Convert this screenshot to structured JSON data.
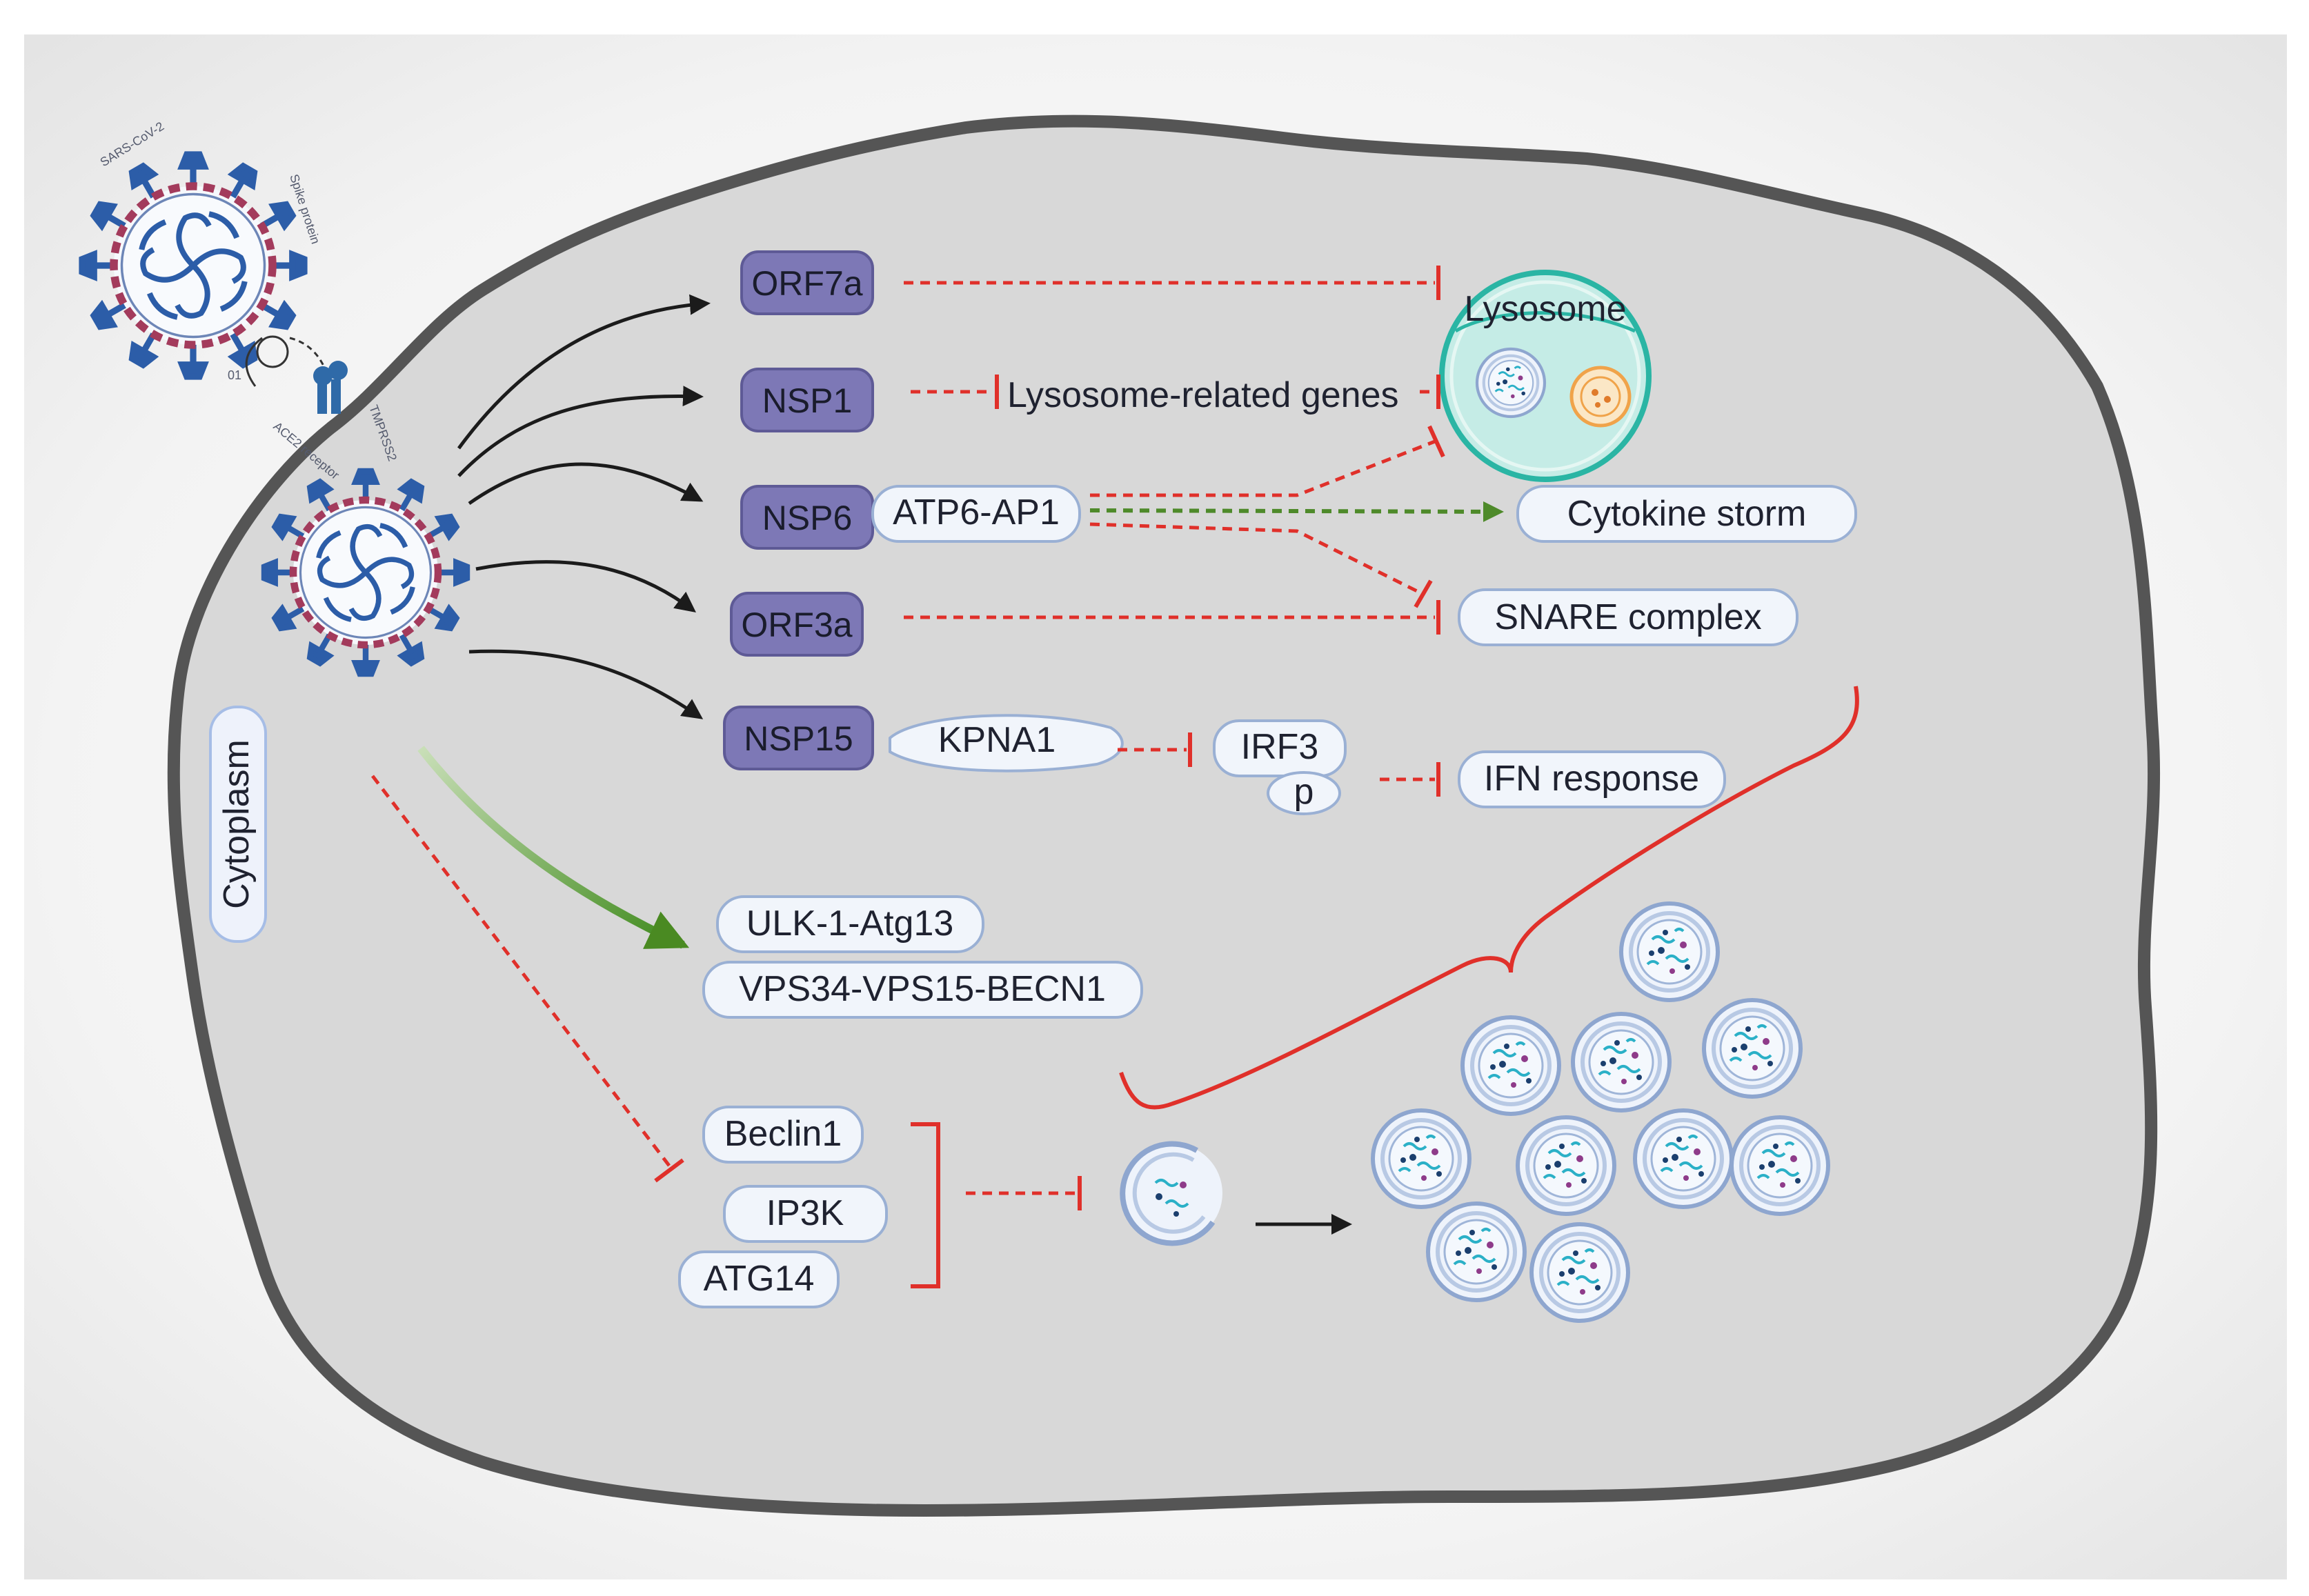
{
  "virus": {
    "name": "SARS-CoV-2",
    "spike_label": "Spike protein",
    "receptor_label": "ACE2 receptor",
    "protease_label": "TMPRSS2",
    "side_mark": "01"
  },
  "compartment_label": "Cytoplasm",
  "lysosome_label": "Lysosome",
  "viral_proteins": [
    "ORF7a",
    "NSP1",
    "NSP6",
    "ORF3a",
    "NSP15"
  ],
  "host_factors": {
    "atp6ap1": "ATP6-AP1",
    "kpna1": "KPNA1",
    "irf3": "IRF3",
    "phospho": "p",
    "lysosome_genes": "Lysosome-related genes"
  },
  "outcomes": {
    "cytokine_storm": "Cytokine storm",
    "snare": "SNARE complex",
    "ifn": "IFN response"
  },
  "autophagy_complexes": [
    "ULK-1-Atg13",
    "VPS34-VPS15-BECN1"
  ],
  "pi3k_components": [
    "Beclin1",
    "IP3K",
    "ATG14"
  ],
  "colors": {
    "viral_protein": "#7d78b6",
    "inhibition": "#e0302a",
    "activation_dashed": "#4e8a2a",
    "activation_solid": "#4a8a22",
    "cell_fill": "#d8d8d8",
    "membrane": "#555555",
    "host_box_fill": "#f1f5fb",
    "host_box_border": "#9ab0d4",
    "lysosome_fill": "#c5ece6",
    "lysosome_border": "#2ab5a4"
  },
  "icons": {
    "virus": "coronavirus-icon",
    "lysosome": "lysosome-icon",
    "phagophore": "phagophore-icon",
    "autophagosome": "autophagosome-icon"
  }
}
